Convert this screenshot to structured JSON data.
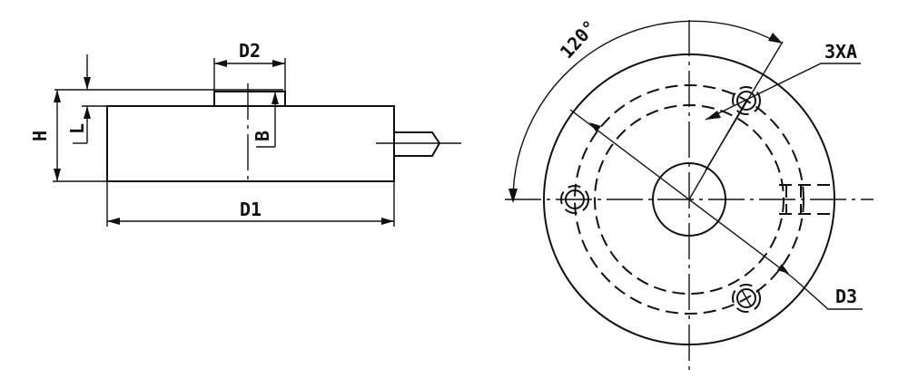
{
  "side_view": {
    "labels": {
      "d1": "D1",
      "d2": "D2",
      "h": "H",
      "l": "L",
      "b": "B"
    }
  },
  "top_view": {
    "labels": {
      "angle": "120°",
      "holes": "3XA",
      "d3": "D3"
    }
  }
}
